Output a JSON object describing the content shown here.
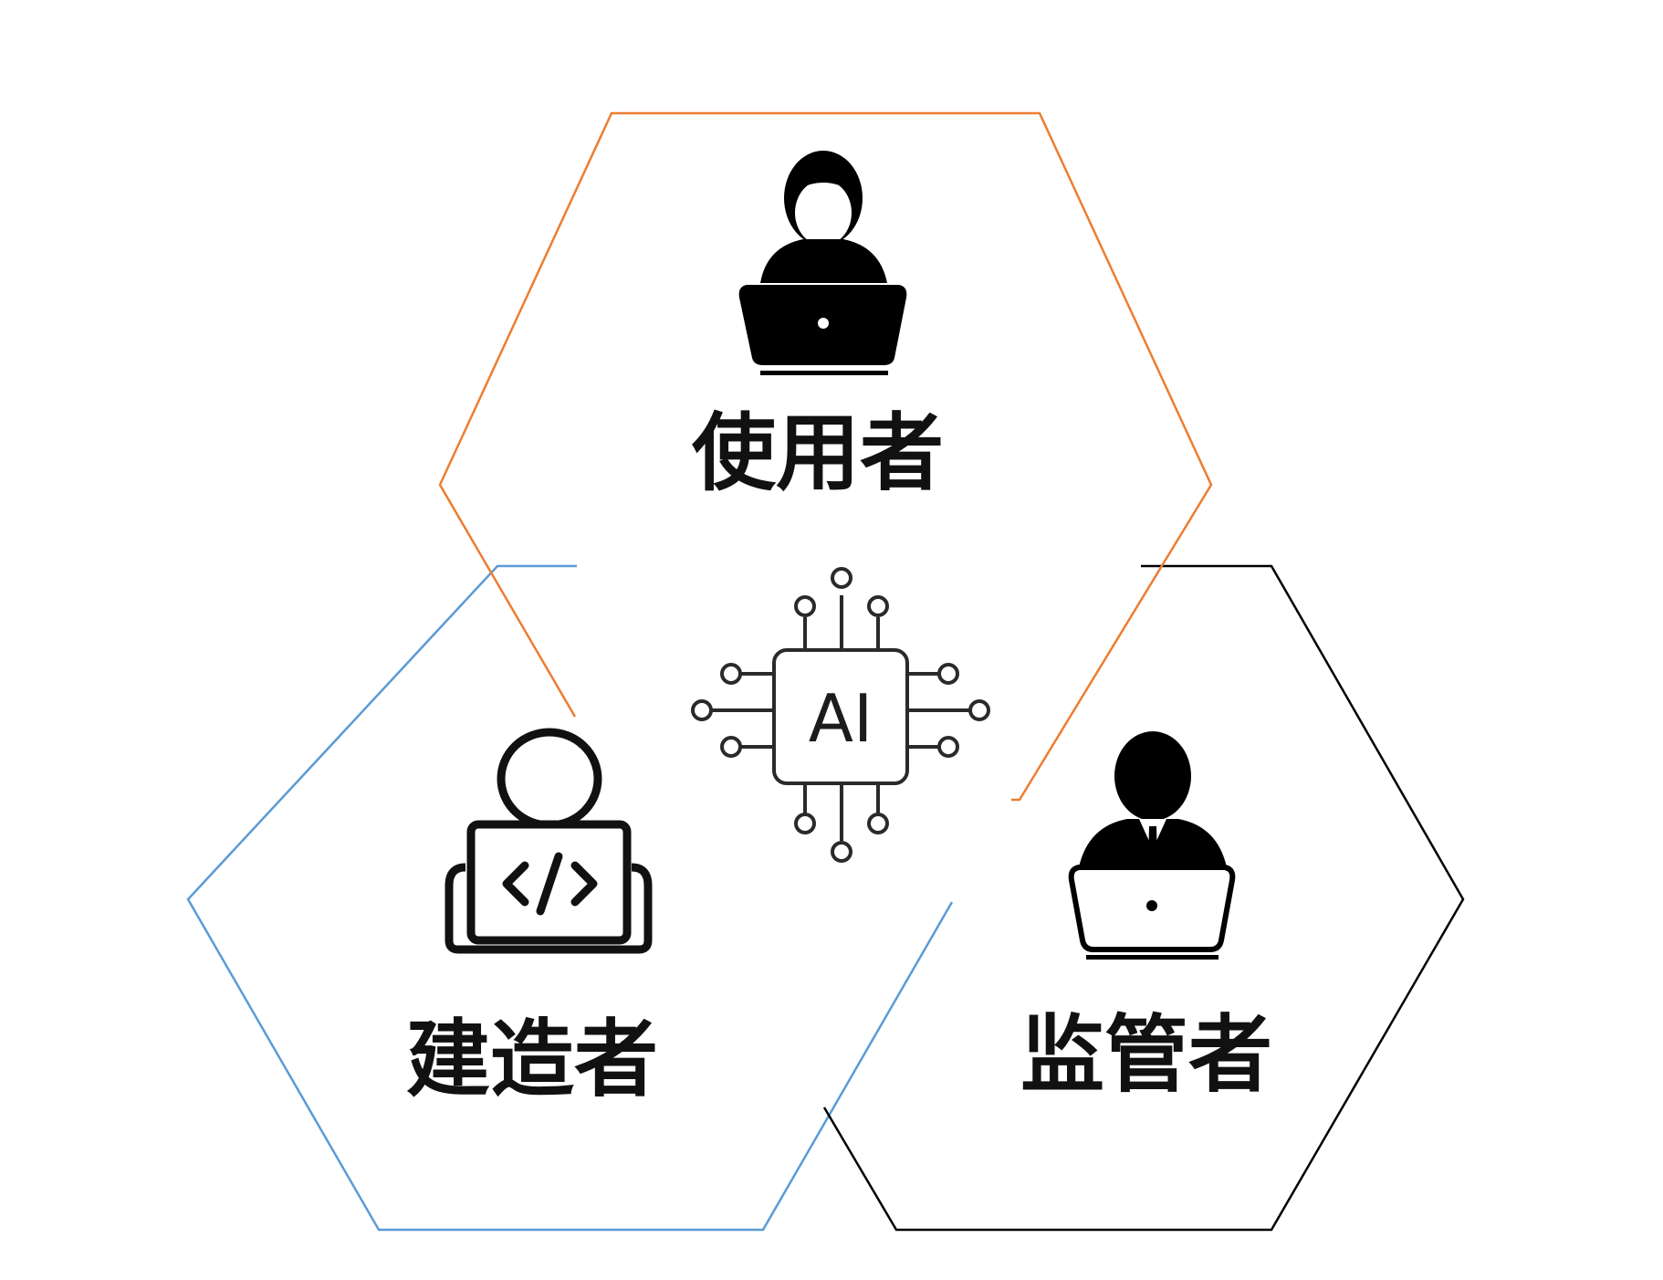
{
  "diagram": {
    "center": {
      "label": "AI",
      "icon": "ai-chip-icon"
    },
    "roles": [
      {
        "id": "user",
        "label": "使用者",
        "icon": "person-with-laptop-icon",
        "border_color": "#ED7D31"
      },
      {
        "id": "builder",
        "label": "建造者",
        "icon": "developer-code-laptop-icon",
        "border_color": "#5B9BD5"
      },
      {
        "id": "regulator",
        "label": "监管者",
        "icon": "businessman-laptop-icon",
        "border_color": "#000000"
      }
    ]
  }
}
